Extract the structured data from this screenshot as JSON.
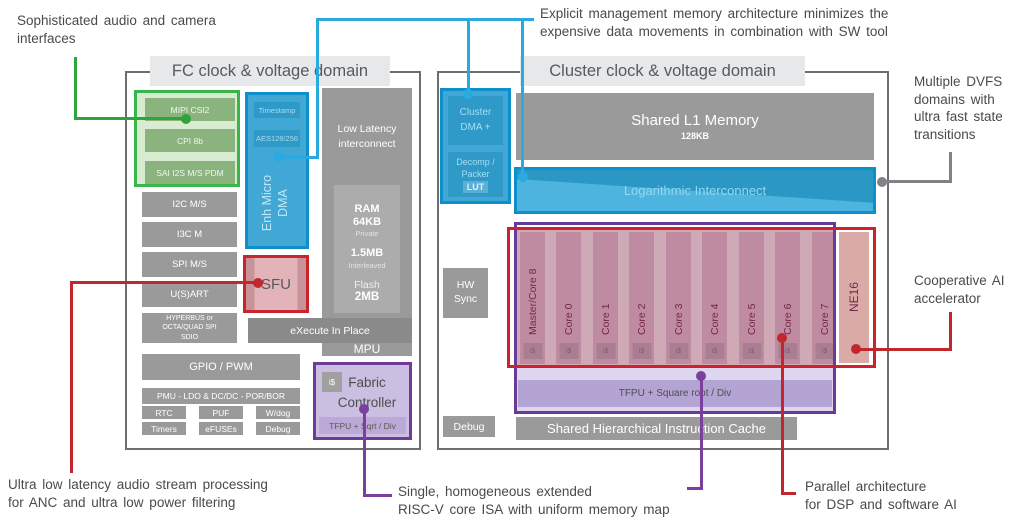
{
  "annotations": {
    "audio_camera": [
      "Sophisticated audio and camera",
      "interfaces"
    ],
    "explicit_memory": [
      "Explicit management memory architecture minimizes the",
      "expensive data movements in combination with SW tool"
    ],
    "dvfs": [
      "Multiple DVFS",
      "domains with",
      "ultra fast state",
      "transitions"
    ],
    "cooperative_ai": [
      "Cooperative AI",
      "accelerator"
    ],
    "ultra_low_latency": [
      "Ultra low latency audio stream processing",
      "for ANC and ultra low power filtering"
    ],
    "riscv_isa": [
      "Single, homogeneous extended",
      "RISC-V core ISA with uniform memory map"
    ],
    "parallel_arch": [
      "Parallel architecture",
      "for DSP and software AI"
    ]
  },
  "fc_domain": {
    "title": "FC clock & voltage domain",
    "camera_audio_blocks": [
      "MIPI CSI2",
      "CPI 8b",
      "SAI I2S M/S PDM"
    ],
    "peripherals": [
      "I2C M/S",
      "I3C M",
      "SPI M/S",
      "U(S)ART"
    ],
    "hyperbus_lines": [
      "HYPERBUS or",
      "OCTA/QUAD SPI",
      "SDIO"
    ],
    "gpio": "GPIO / PWM",
    "pmu": "PMU - LDO & DC/DC - POR/BOR",
    "small_row1": [
      "RTC",
      "PUF",
      "W/dog"
    ],
    "small_row2": [
      "Timers",
      "eFUSEs",
      "Debug"
    ],
    "sfu": "SFU",
    "enh_dma": {
      "timestamp": "Timestamp",
      "aes": "AES128/256",
      "line1": "Enh Micro",
      "line2": "DMA"
    },
    "memory": {
      "interconnect": "Low Latency interconnect",
      "ram": "RAM",
      "ram_size": "64KB",
      "ram_type": "Private",
      "l2_size": "1.5MB",
      "l2_type": "Interleaved",
      "flash": "Flash",
      "flash_size": "2MB",
      "xip": "eXecute In Place",
      "mpu": "MPU"
    },
    "fabric": {
      "icache": "i$",
      "line1": "Fabric",
      "line2": "Controller",
      "tfpu": "TFPU + Sqrt / Div"
    }
  },
  "cluster_domain": {
    "title": "Cluster clock & voltage domain",
    "cluster_dma": {
      "line1": "Cluster",
      "line2": "DMA +",
      "decomp1": "Decomp /",
      "decomp2": "Packer",
      "lut": "LUT"
    },
    "shared_l1": {
      "label": "Shared L1 Memory",
      "size": "128KB"
    },
    "log_interconnect": "Logarithmic Interconnect",
    "hw_sync1": "HW",
    "hw_sync2": "Sync",
    "debug": "Debug",
    "cores": [
      "Master/Core 8",
      "Core 0",
      "Core 1",
      "Core 2",
      "Core 3",
      "Core 4",
      "Core 5",
      "Core 6",
      "Core 7"
    ],
    "icache_badge": "i$",
    "ne16": "NE16",
    "tfpu": "TFPU + Square root / Div",
    "shared_icache": "Shared Hierarchical Instruction Cache"
  },
  "colors": {
    "cyan_line": "#29abe2",
    "green_line": "#2fa43c",
    "red_line": "#c1272d",
    "purple_line": "#7b3f9d",
    "gray_line": "#808285",
    "blue_fill": "#41a7d5",
    "blue_border": "#0e8fc9",
    "green_border": "#3ab54a",
    "gray_block": "#9a9a9a",
    "core_pink": "#bf8ba0",
    "ne16_pink": "#d9aaa6",
    "purple_fill": "#cabfe1"
  }
}
